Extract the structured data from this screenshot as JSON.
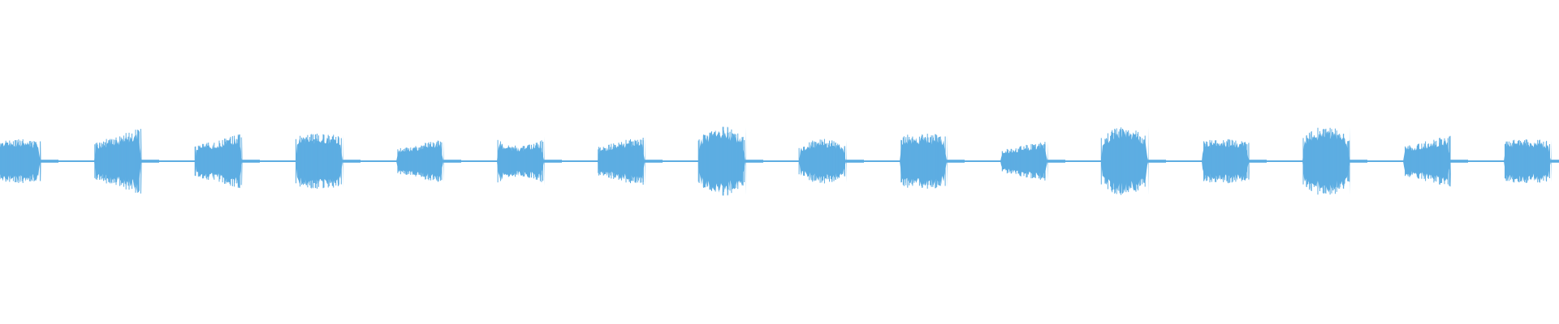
{
  "waveform": {
    "color": "#5dade2",
    "background": "#ffffff",
    "segment_count": 16,
    "segments": [
      {
        "index": 0,
        "peak": 0.24,
        "shape": "flat"
      },
      {
        "index": 1,
        "peak": 0.36,
        "shape": "ramp-up"
      },
      {
        "index": 2,
        "peak": 0.3,
        "shape": "ramp-up"
      },
      {
        "index": 3,
        "peak": 0.3,
        "shape": "flat"
      },
      {
        "index": 4,
        "peak": 0.24,
        "shape": "ramp-up"
      },
      {
        "index": 5,
        "peak": 0.28,
        "shape": "dip"
      },
      {
        "index": 6,
        "peak": 0.28,
        "shape": "ramp-up"
      },
      {
        "index": 7,
        "peak": 0.38,
        "shape": "bulge"
      },
      {
        "index": 8,
        "peak": 0.24,
        "shape": "bulge"
      },
      {
        "index": 9,
        "peak": 0.3,
        "shape": "flat"
      },
      {
        "index": 10,
        "peak": 0.22,
        "shape": "ramp-up"
      },
      {
        "index": 11,
        "peak": 0.38,
        "shape": "bulge"
      },
      {
        "index": 12,
        "peak": 0.24,
        "shape": "flat"
      },
      {
        "index": 13,
        "peak": 0.38,
        "shape": "bulge"
      },
      {
        "index": 14,
        "peak": 0.28,
        "shape": "ramp-up"
      },
      {
        "index": 15,
        "peak": 0.24,
        "shape": "flat"
      }
    ]
  }
}
